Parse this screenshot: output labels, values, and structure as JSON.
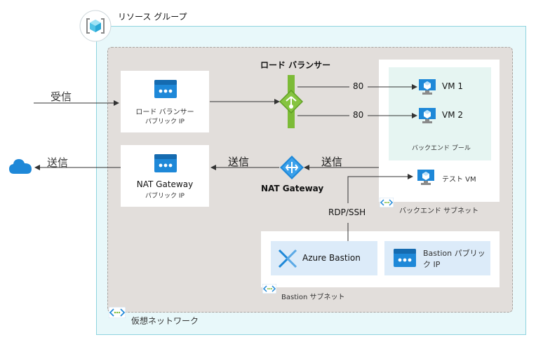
{
  "resource_group": {
    "label": "リソース グループ"
  },
  "vnet": {
    "label": "仮想ネットワーク"
  },
  "inbound": {
    "label": "受信"
  },
  "outbound": {
    "label": "送信"
  },
  "lb_public_ip": {
    "title": "ロード バランサー",
    "subtitle": "パブリック IP"
  },
  "nat_public_ip": {
    "title": "NAT Gateway",
    "subtitle": "パブリック IP"
  },
  "load_balancer": {
    "label": "ロード バランサー"
  },
  "nat_gateway": {
    "label": "NAT Gateway",
    "out_left": "送信",
    "out_right": "送信"
  },
  "ports": {
    "vm1": "80",
    "vm2": "80"
  },
  "vms": {
    "vm1": "VM 1",
    "vm2": "VM 2",
    "test": "テスト VM"
  },
  "backend_pool": {
    "label": "バックエンド プール"
  },
  "backend_subnet": {
    "label": "バックエンド サブネット"
  },
  "bastion": {
    "label": "Azure Bastion",
    "public_ip": "Bastion パブリック IP",
    "protocol": "RDP/SSH"
  },
  "bastion_subnet": {
    "label": "Bastion サブネット"
  },
  "colors": {
    "azure_blue": "#1e88d8",
    "lb_green": "#7cbb37",
    "rg_bg": "#e8f8fa",
    "vnet_bg": "#e2dedb"
  }
}
